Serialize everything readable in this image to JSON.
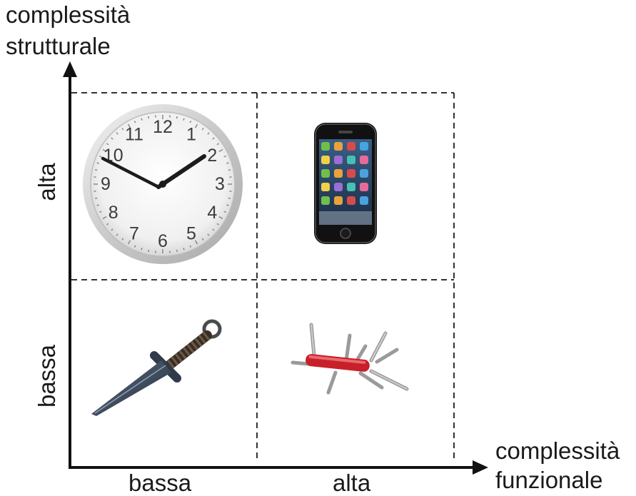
{
  "y_axis": {
    "title_line1": "complessità",
    "title_line2": "strutturale",
    "ticks": [
      "alta",
      "bassa"
    ]
  },
  "x_axis": {
    "title_line1": "complessità",
    "title_line2": "funzionale",
    "ticks": [
      "bassa",
      "alta"
    ]
  },
  "quadrants": [
    {
      "structural": "alta",
      "functional": "bassa",
      "object": "clock-icon"
    },
    {
      "structural": "alta",
      "functional": "alta",
      "object": "smartphone-icon"
    },
    {
      "structural": "bassa",
      "functional": "bassa",
      "object": "knife-icon"
    },
    {
      "structural": "bassa",
      "functional": "alta",
      "object": "swiss-army-knife-icon"
    }
  ],
  "clock": {
    "numbers": [
      "12",
      "1",
      "2",
      "3",
      "4",
      "5",
      "6",
      "7",
      "8",
      "9",
      "10",
      "11"
    ]
  },
  "colors": {
    "axis": "#111111",
    "grid": "#333333",
    "knife_blade": "#3b4a5e",
    "multitool_red": "#c8202a"
  }
}
